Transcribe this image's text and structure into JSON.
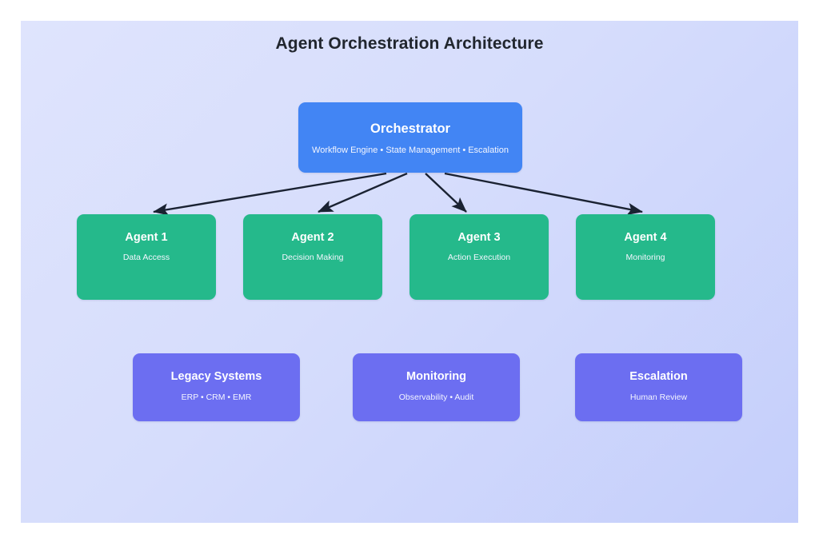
{
  "diagram": {
    "title": "Agent Orchestration Architecture",
    "background_start_color": "#dfe4fd",
    "background_end_color": "#c4cefb",
    "orchestrator": {
      "title": "Orchestrator",
      "subtitle": "Workflow Engine • State Management • Escalation",
      "color": "#4285f4"
    },
    "agents": [
      {
        "title": "Agent 1",
        "subtitle": "Data Access",
        "color": "#25b98b"
      },
      {
        "title": "Agent 2",
        "subtitle": "Decision Making",
        "color": "#25b98b"
      },
      {
        "title": "Agent 3",
        "subtitle": "Action Execution",
        "color": "#25b98b"
      },
      {
        "title": "Agent 4",
        "subtitle": "Monitoring",
        "color": "#25b98b"
      }
    ],
    "support": [
      {
        "title": "Legacy Systems",
        "subtitle": "ERP • CRM • EMR",
        "color": "#6c6ef1"
      },
      {
        "title": "Monitoring",
        "subtitle": "Observability • Audit",
        "color": "#6c6ef1"
      },
      {
        "title": "Escalation",
        "subtitle": "Human Review",
        "color": "#6c6ef1"
      }
    ],
    "edges": {
      "color": "#1a2232",
      "arrowhead": "filled-triangle",
      "connections": [
        {
          "from": "Orchestrator",
          "to": "Agent 1"
        },
        {
          "from": "Orchestrator",
          "to": "Agent 2"
        },
        {
          "from": "Orchestrator",
          "to": "Agent 3"
        },
        {
          "from": "Orchestrator",
          "to": "Agent 4"
        }
      ]
    }
  }
}
